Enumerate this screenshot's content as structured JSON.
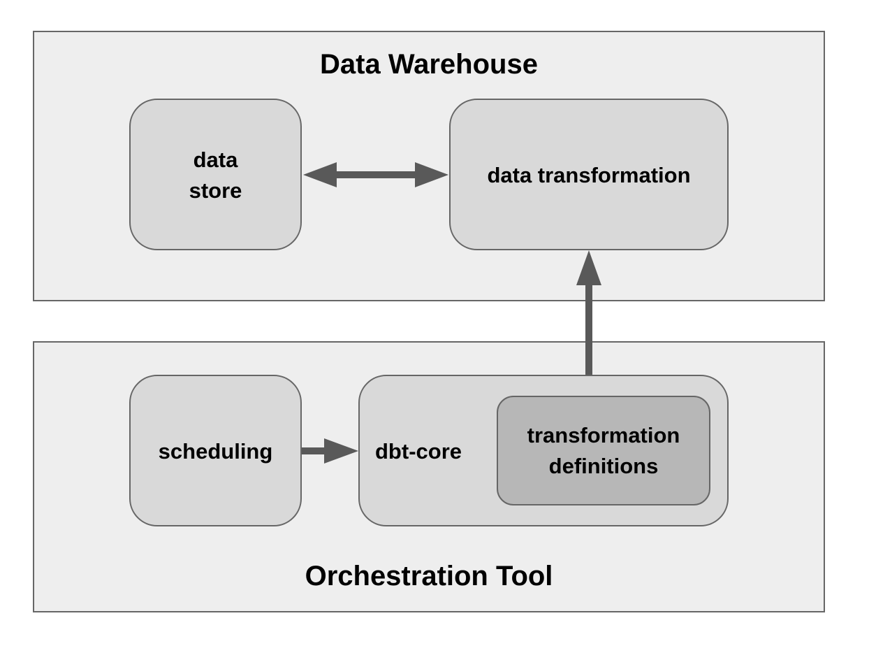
{
  "colors": {
    "container_fill": "#eeeeee",
    "box_fill": "#d9d9d9",
    "inner_box_fill": "#b7b7b7",
    "border": "#666666",
    "arrow": "#595959",
    "text": "#000000"
  },
  "warehouse": {
    "title": "Data Warehouse",
    "data_store": {
      "line1": "data",
      "line2": "store"
    },
    "data_transformation": {
      "label": "data transformation"
    }
  },
  "orchestration": {
    "title": "Orchestration Tool",
    "scheduling": {
      "label": "scheduling"
    },
    "dbt_core": {
      "label": "dbt-core"
    },
    "transformation_definitions": {
      "line1": "transformation",
      "line2": "definitions"
    }
  },
  "connections": [
    {
      "from": "data store",
      "to": "data transformation",
      "direction": "bidirectional"
    },
    {
      "from": "scheduling",
      "to": "dbt-core",
      "direction": "forward"
    },
    {
      "from": "dbt-core",
      "to": "data transformation",
      "direction": "forward"
    }
  ]
}
